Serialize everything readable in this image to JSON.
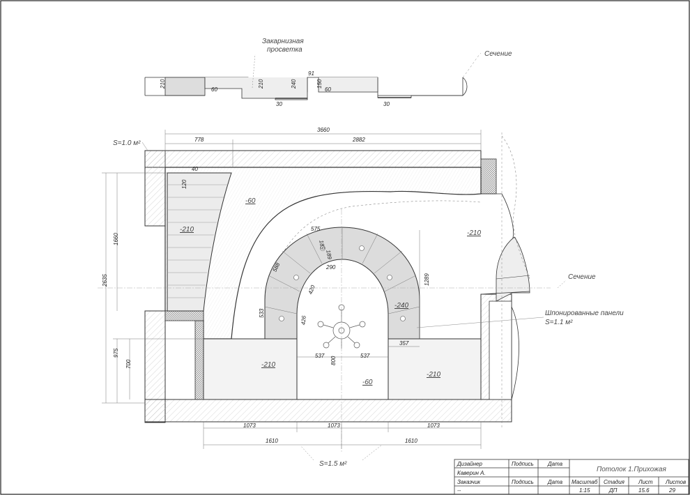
{
  "section_label_top": "Сечение",
  "section_label_right": "Сечение",
  "cornice_label": [
    "Закарнизная",
    "просветка"
  ],
  "section_dims": {
    "h210_left": "210",
    "d60_a": "60",
    "h210_mid": "210",
    "d91": "91",
    "h240": "240",
    "h150": "150",
    "d60_b": "60",
    "d30_a": "30",
    "d30_b": "30"
  },
  "area_top_left": "S=1.0 м²",
  "area_bottom": "S=1.5 м²",
  "area_panels": "S=1.1 м²",
  "panels_label": "Шпонированные панели",
  "plan_dims": {
    "d3660": "3660",
    "d778": "778",
    "d2882": "2882",
    "d40": "40",
    "d120": "120",
    "d1660": "1660",
    "d2635": "2635",
    "d975": "975",
    "d700": "700",
    "d575": "575",
    "d189a": "189",
    "d189b": "189",
    "d290": "290",
    "d588": "588",
    "d420": "420",
    "d533": "533",
    "d426": "426",
    "d1289": "1289",
    "d357": "357",
    "d537a": "537",
    "d537b": "537",
    "d800": "800",
    "d1073a": "1073",
    "d1073b": "1073",
    "d1073c": "1073",
    "d1610a": "1610",
    "d1610b": "1610"
  },
  "levels": {
    "m60_top": "-60",
    "m210_left": "-210",
    "m210_right": "-210",
    "m240": "-240",
    "m210_bl": "-210",
    "m60_c": "-60",
    "m210_br": "-210"
  },
  "title_block": {
    "row1": [
      "Дизайнер",
      "Подпись",
      "Дата"
    ],
    "row2_name": "Каверин А.",
    "row3": [
      "Заказчик",
      "Подпись",
      "Дата"
    ],
    "row3_right": [
      "Масштаб",
      "Стадия",
      "Лист",
      "Листов"
    ],
    "row4_left": "--",
    "row4_right": [
      "1:15",
      "ДП",
      "15.6",
      "29"
    ],
    "title": "Потолок 1.Прихожая"
  }
}
